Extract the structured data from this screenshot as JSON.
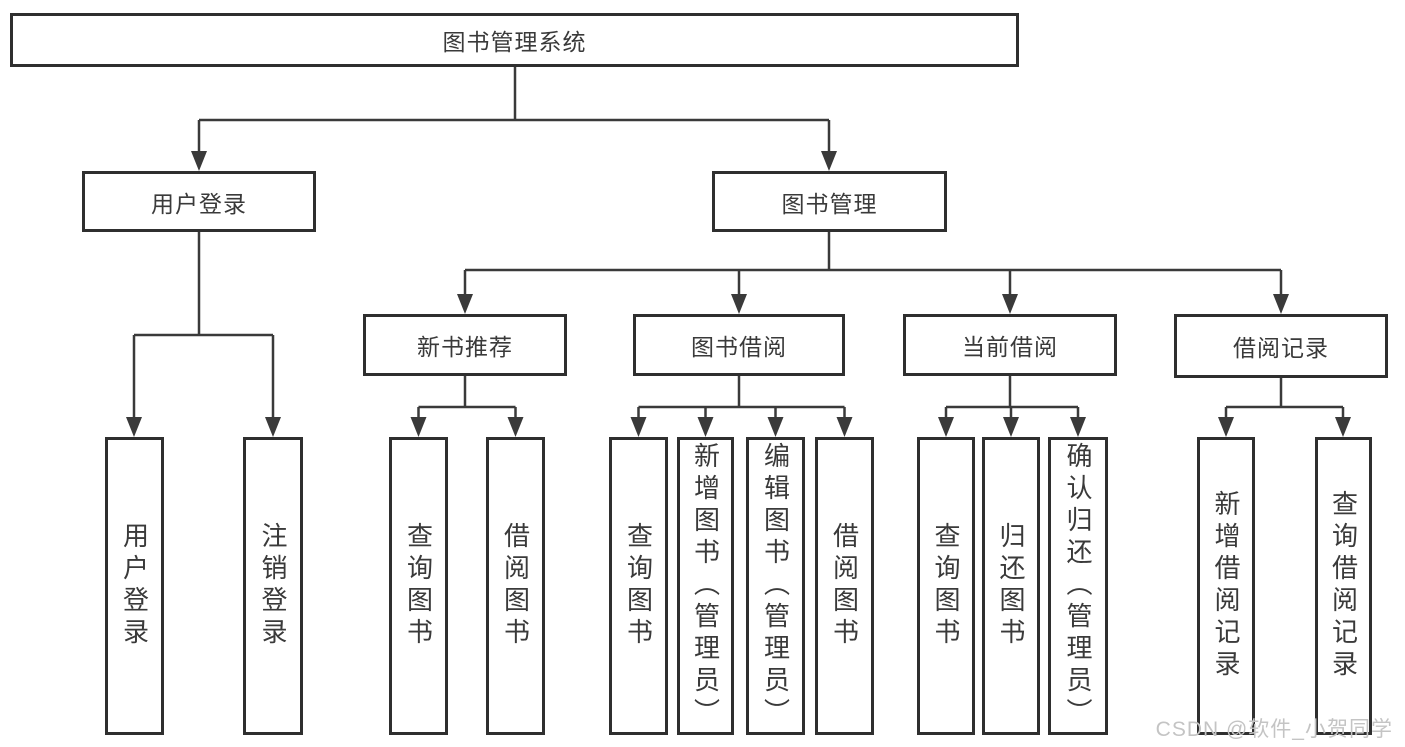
{
  "diagram_type": "hierarchy-tree",
  "colors": {
    "line": "#3a3a3a",
    "box_border": "#2f2f2f",
    "text": "#3a3a3a",
    "background": "#ffffff",
    "watermark": "#c4c4c4"
  },
  "tree": {
    "root": {
      "label": "图书管理系统",
      "children": [
        {
          "label": "用户登录",
          "children": [
            {
              "label": "用户登录"
            },
            {
              "label": "注销登录"
            }
          ]
        },
        {
          "label": "图书管理",
          "children": [
            {
              "label": "新书推荐",
              "children": [
                {
                  "label": "查询图书"
                },
                {
                  "label": "借阅图书"
                }
              ]
            },
            {
              "label": "图书借阅",
              "children": [
                {
                  "label": "查询图书"
                },
                {
                  "label": "新增图书（管理员）"
                },
                {
                  "label": "编辑图书（管理员）"
                },
                {
                  "label": "借阅图书"
                }
              ]
            },
            {
              "label": "当前借阅",
              "children": [
                {
                  "label": "查询图书"
                },
                {
                  "label": "归还图书"
                },
                {
                  "label": "确认归还（管理员）"
                }
              ]
            },
            {
              "label": "借阅记录",
              "children": [
                {
                  "label": "新增借阅记录"
                },
                {
                  "label": "查询借阅记录"
                }
              ]
            }
          ]
        }
      ]
    }
  },
  "watermark": {
    "text": "CSDN @软件_小贺同学"
  }
}
